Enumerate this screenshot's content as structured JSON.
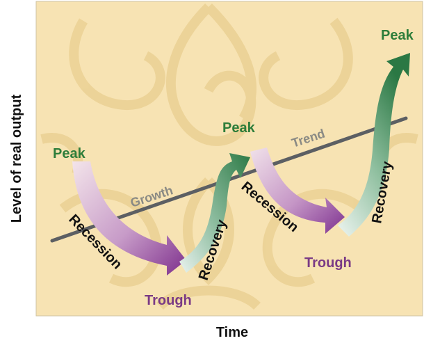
{
  "axes": {
    "y_label": "Level of real output",
    "x_label": "Time"
  },
  "labels": {
    "peak_1": "Peak",
    "peak_2": "Peak",
    "peak_3": "Peak",
    "trough_1": "Trough",
    "trough_2": "Trough",
    "recession_1": "Recession",
    "recession_2": "Recession",
    "recovery_1": "Recovery",
    "recovery_2": "Recovery",
    "growth": "Growth",
    "trend": "Trend"
  },
  "colors": {
    "panel": "#f7e3b3",
    "pattern": "#ecd39a",
    "peak_text": "#2d7d3a",
    "trough_text": "#7a3a85",
    "recession_arrow": "#8d3f98",
    "recovery_arrow": "#2f7a4a",
    "trend_line": "#5c5f63",
    "label_text": "#111111",
    "growth_text": "#8a8a84"
  }
}
